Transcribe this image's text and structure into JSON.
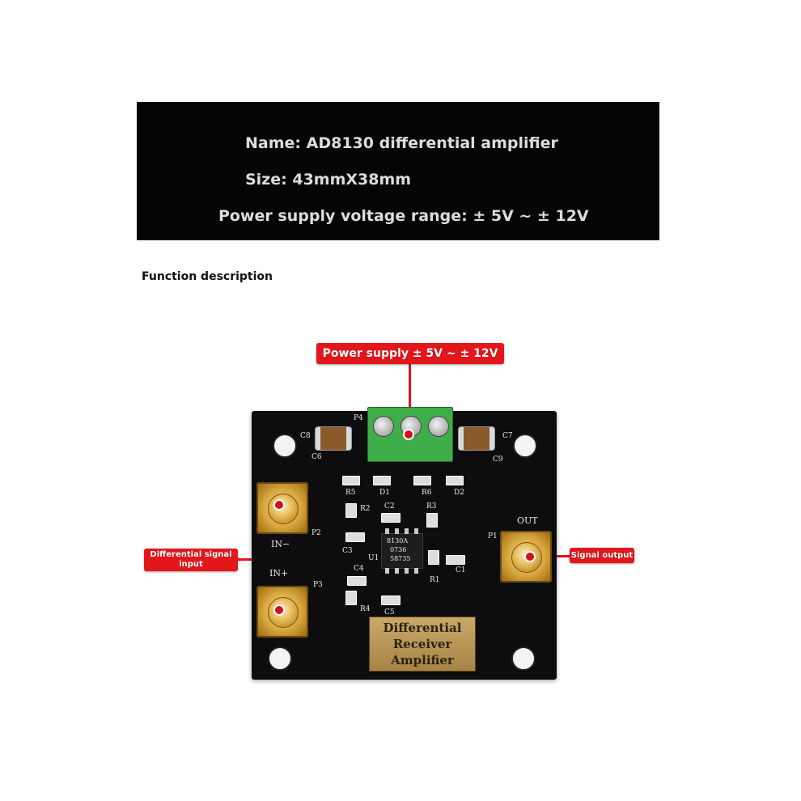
{
  "banner": {
    "name": "Name: AD8130 differential amplifier",
    "size": "Size: 43mmX38mm",
    "voltage": "Power supply voltage range: ± 5V ~ ± 12V"
  },
  "section_title": "Function description",
  "callouts": {
    "power": "Power supply ± 5V ~ ± 12V",
    "diff_line1": "Differential signal",
    "diff_line2": "input",
    "output": "Signal output"
  },
  "pcb": {
    "labels": {
      "p4": "P4",
      "c8": "C8",
      "c6": "C6",
      "c7": "C7",
      "c9": "C9",
      "r5": "R5",
      "d1": "D1",
      "r6": "R6",
      "d2": "D2",
      "r2": "R2",
      "c2": "C2",
      "r3": "R3",
      "c3": "C3",
      "u1": "U1",
      "r1": "R1",
      "c1": "C1",
      "c4": "C4",
      "r4": "R4",
      "c5": "C5",
      "p1": "P1",
      "p2": "P2",
      "p3": "P3",
      "in_minus": "IN−",
      "in_plus": "IN+",
      "out": "OUT"
    },
    "chip_marking": [
      "8130A",
      "0736",
      "58735"
    ],
    "plate": [
      "Differential",
      "Receiver",
      "Amplifier"
    ]
  },
  "colors": {
    "callout": "#e3161c",
    "pcb": "#0d0d0f",
    "terminal": "#3fae4a",
    "gold": "#d8a73e"
  }
}
